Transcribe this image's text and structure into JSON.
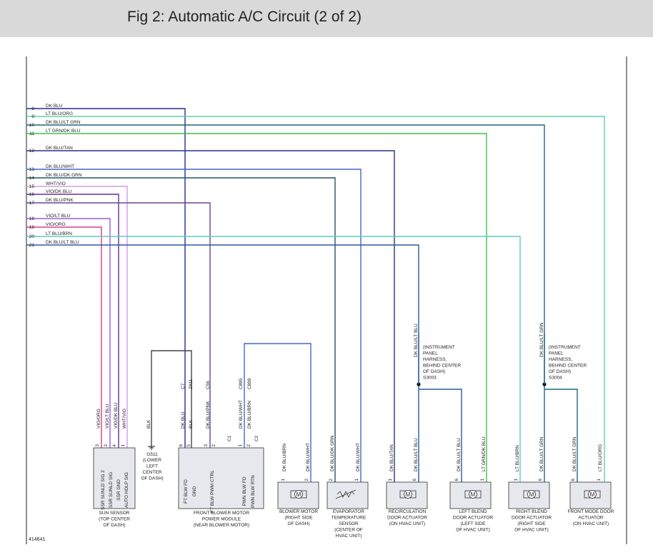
{
  "title": "Fig 2: Automatic A/C Circuit (2 of 2)",
  "figure_id": "414641",
  "colors": {
    "DK BLU": "#1f2f8f",
    "LT BLU/ORG": "#5fd3a8",
    "DK BLU/LT GRN": "#1f6680",
    "LT GRN/DK BLU": "#3fc24a",
    "DK BLU/TAN": "#25357f",
    "DK BLU/WHT": "#4466c8",
    "DK BLU/DK GRN": "#235560",
    "WHT/VIO": "#d49be8",
    "VIO/DK BLU": "#6a2d9a",
    "DK BLU/PNK": "#6b4590",
    "VIO/LT BLU": "#9a5ce0",
    "VIO/ORG": "#e0388f",
    "LT BLU/BRN": "#5fc8c8",
    "DK BLU/LT BLU": "#2c5c9c",
    "BLK": "#444444",
    "ground": "#222222"
  },
  "harness_wires": [
    {
      "pin": "8",
      "color": "DK BLU"
    },
    {
      "pin": "9",
      "color": "LT BLU/ORG"
    },
    {
      "pin": "10",
      "color": "DK BLU/LT GRN"
    },
    {
      "pin": "11",
      "color": "LT GRN/DK BLU"
    },
    {
      "pin": "12",
      "color": "DK BLU/TAN"
    },
    {
      "pin": "13",
      "color": "DK BLU/WHT"
    },
    {
      "pin": "14",
      "color": "DK BLU/DK GRN"
    },
    {
      "pin": "15",
      "color": "WHT/VIO"
    },
    {
      "pin": "16",
      "color": "VIO/DK BLU"
    },
    {
      "pin": "17",
      "color": "DK BLU/PNK"
    },
    {
      "pin": "18",
      "color": "VIO/LT BLU"
    },
    {
      "pin": "19",
      "color": "VIO/ORG"
    },
    {
      "pin": "20",
      "color": "LT BLU/BRN"
    },
    {
      "pin": "21",
      "color": "DK BLU/LT BLU"
    }
  ],
  "vertical_labels": [
    {
      "text": "VIO/ORG"
    },
    {
      "text": "VIO/LT BLU"
    },
    {
      "text": "VIO/DK BLU"
    },
    {
      "text": "WHT/VIO"
    },
    {
      "text": "BLK"
    },
    {
      "text": "C7"
    },
    {
      "text": "Z911"
    },
    {
      "text": "C56"
    },
    {
      "text": "DK BLU"
    },
    {
      "text": "BLK"
    },
    {
      "text": "DK BLU/PNK"
    },
    {
      "text": "C895"
    },
    {
      "text": "C899"
    },
    {
      "text": "DK BLU/WHT"
    },
    {
      "text": "DK BLU/BRN"
    },
    {
      "text": "DK BLU/BRN"
    },
    {
      "text": "DK BLU/WHT"
    },
    {
      "text": "DK BLU/DK GRN"
    },
    {
      "text": "DK BLU/WHT"
    },
    {
      "text": "DK BLU/TAN"
    },
    {
      "text": "DK BLU/LT BLU"
    },
    {
      "text": "DK BLU/LT BLU"
    },
    {
      "text": "DK BLU/LT BLU"
    },
    {
      "text": "LT GRN/DK BLU"
    },
    {
      "text": "LT BLU/BRN"
    },
    {
      "text": "DK BLU/LT GRN"
    },
    {
      "text": "DK BLU/LT GRN"
    },
    {
      "text": "DK BLU/LT GRN"
    },
    {
      "text": "LT BLU/ORG"
    },
    {
      "text": "SSR SUNLD SIG 2"
    },
    {
      "text": "SSR SUNLD SIG"
    },
    {
      "text": "SSR GND"
    },
    {
      "text": "AUTO HDLP SIG"
    },
    {
      "text": "FT BLW FD"
    },
    {
      "text": "GND"
    },
    {
      "text": "FT BLW PWM CTRL"
    },
    {
      "text": "PWN BLW FD"
    },
    {
      "text": "PWN BLW RTN"
    }
  ],
  "splices": [
    {
      "id": "S3003",
      "note": [
        "(INSTRUMENT",
        "PANEL",
        "HARNESS,",
        "BEHIND CENTER",
        "OF DASH)"
      ]
    },
    {
      "id": "S3004",
      "note": [
        "(INSTRUMENT",
        "PANEL",
        "HARNESS,",
        "BEHIND CENTER",
        "OF DASH)"
      ]
    }
  ],
  "ground": {
    "id": "G511",
    "location": [
      "(LOWER",
      "LEFT",
      "CENTER",
      "OF DASH)"
    ]
  },
  "connectors": [
    "C1",
    "C2"
  ],
  "pins": [
    {
      "text": "3"
    },
    {
      "text": "2"
    },
    {
      "text": "4"
    },
    {
      "text": "1"
    },
    {
      "text": "6"
    },
    {
      "text": "5"
    },
    {
      "text": "3"
    },
    {
      "text": "2"
    },
    {
      "text": "1"
    },
    {
      "text": "2"
    },
    {
      "text": "1"
    },
    {
      "text": "2"
    },
    {
      "text": "2"
    },
    {
      "text": "1"
    },
    {
      "text": "1"
    },
    {
      "text": "6"
    },
    {
      "text": "6"
    },
    {
      "text": "1"
    },
    {
      "text": "1"
    },
    {
      "text": "6"
    },
    {
      "text": "6"
    },
    {
      "text": "1"
    }
  ],
  "components": [
    {
      "label": [
        "SUN SENSOR",
        "(TOP CENTER",
        "OF DASH)"
      ]
    },
    {
      "label": [
        "FRONT BLOWER MOTOR",
        "POWER MODULE",
        "(NEAR BLOWER MOTOR)"
      ]
    },
    {
      "label": [
        "BLOWER MOTOR",
        "(RIGHT SIDE",
        "OF DASH)"
      ]
    },
    {
      "label": [
        "EVAPORATOR",
        "TEMPERATURE",
        "SENSOR",
        "(CENTER OF",
        "HVAC UNIT)"
      ]
    },
    {
      "label": [
        "RECIRCULATION",
        "DOOR ACTUATOR",
        "(ON HVAC UNIT)"
      ]
    },
    {
      "label": [
        "LEFT BLEND",
        "DOOR ACTUATOR",
        "(LEFT SIDE",
        "OF HVAC UNIT)"
      ]
    },
    {
      "label": [
        "RIGHT BLEND",
        "DOOR ACTUATOR",
        "(RIGHT SIDE",
        "OF HVAC UNIT)"
      ]
    },
    {
      "label": [
        "FRONT MODE DOOR",
        "ACTUATOR",
        "(ON HVAC UNIT)"
      ]
    }
  ],
  "symbols": {
    "motor": "M"
  }
}
